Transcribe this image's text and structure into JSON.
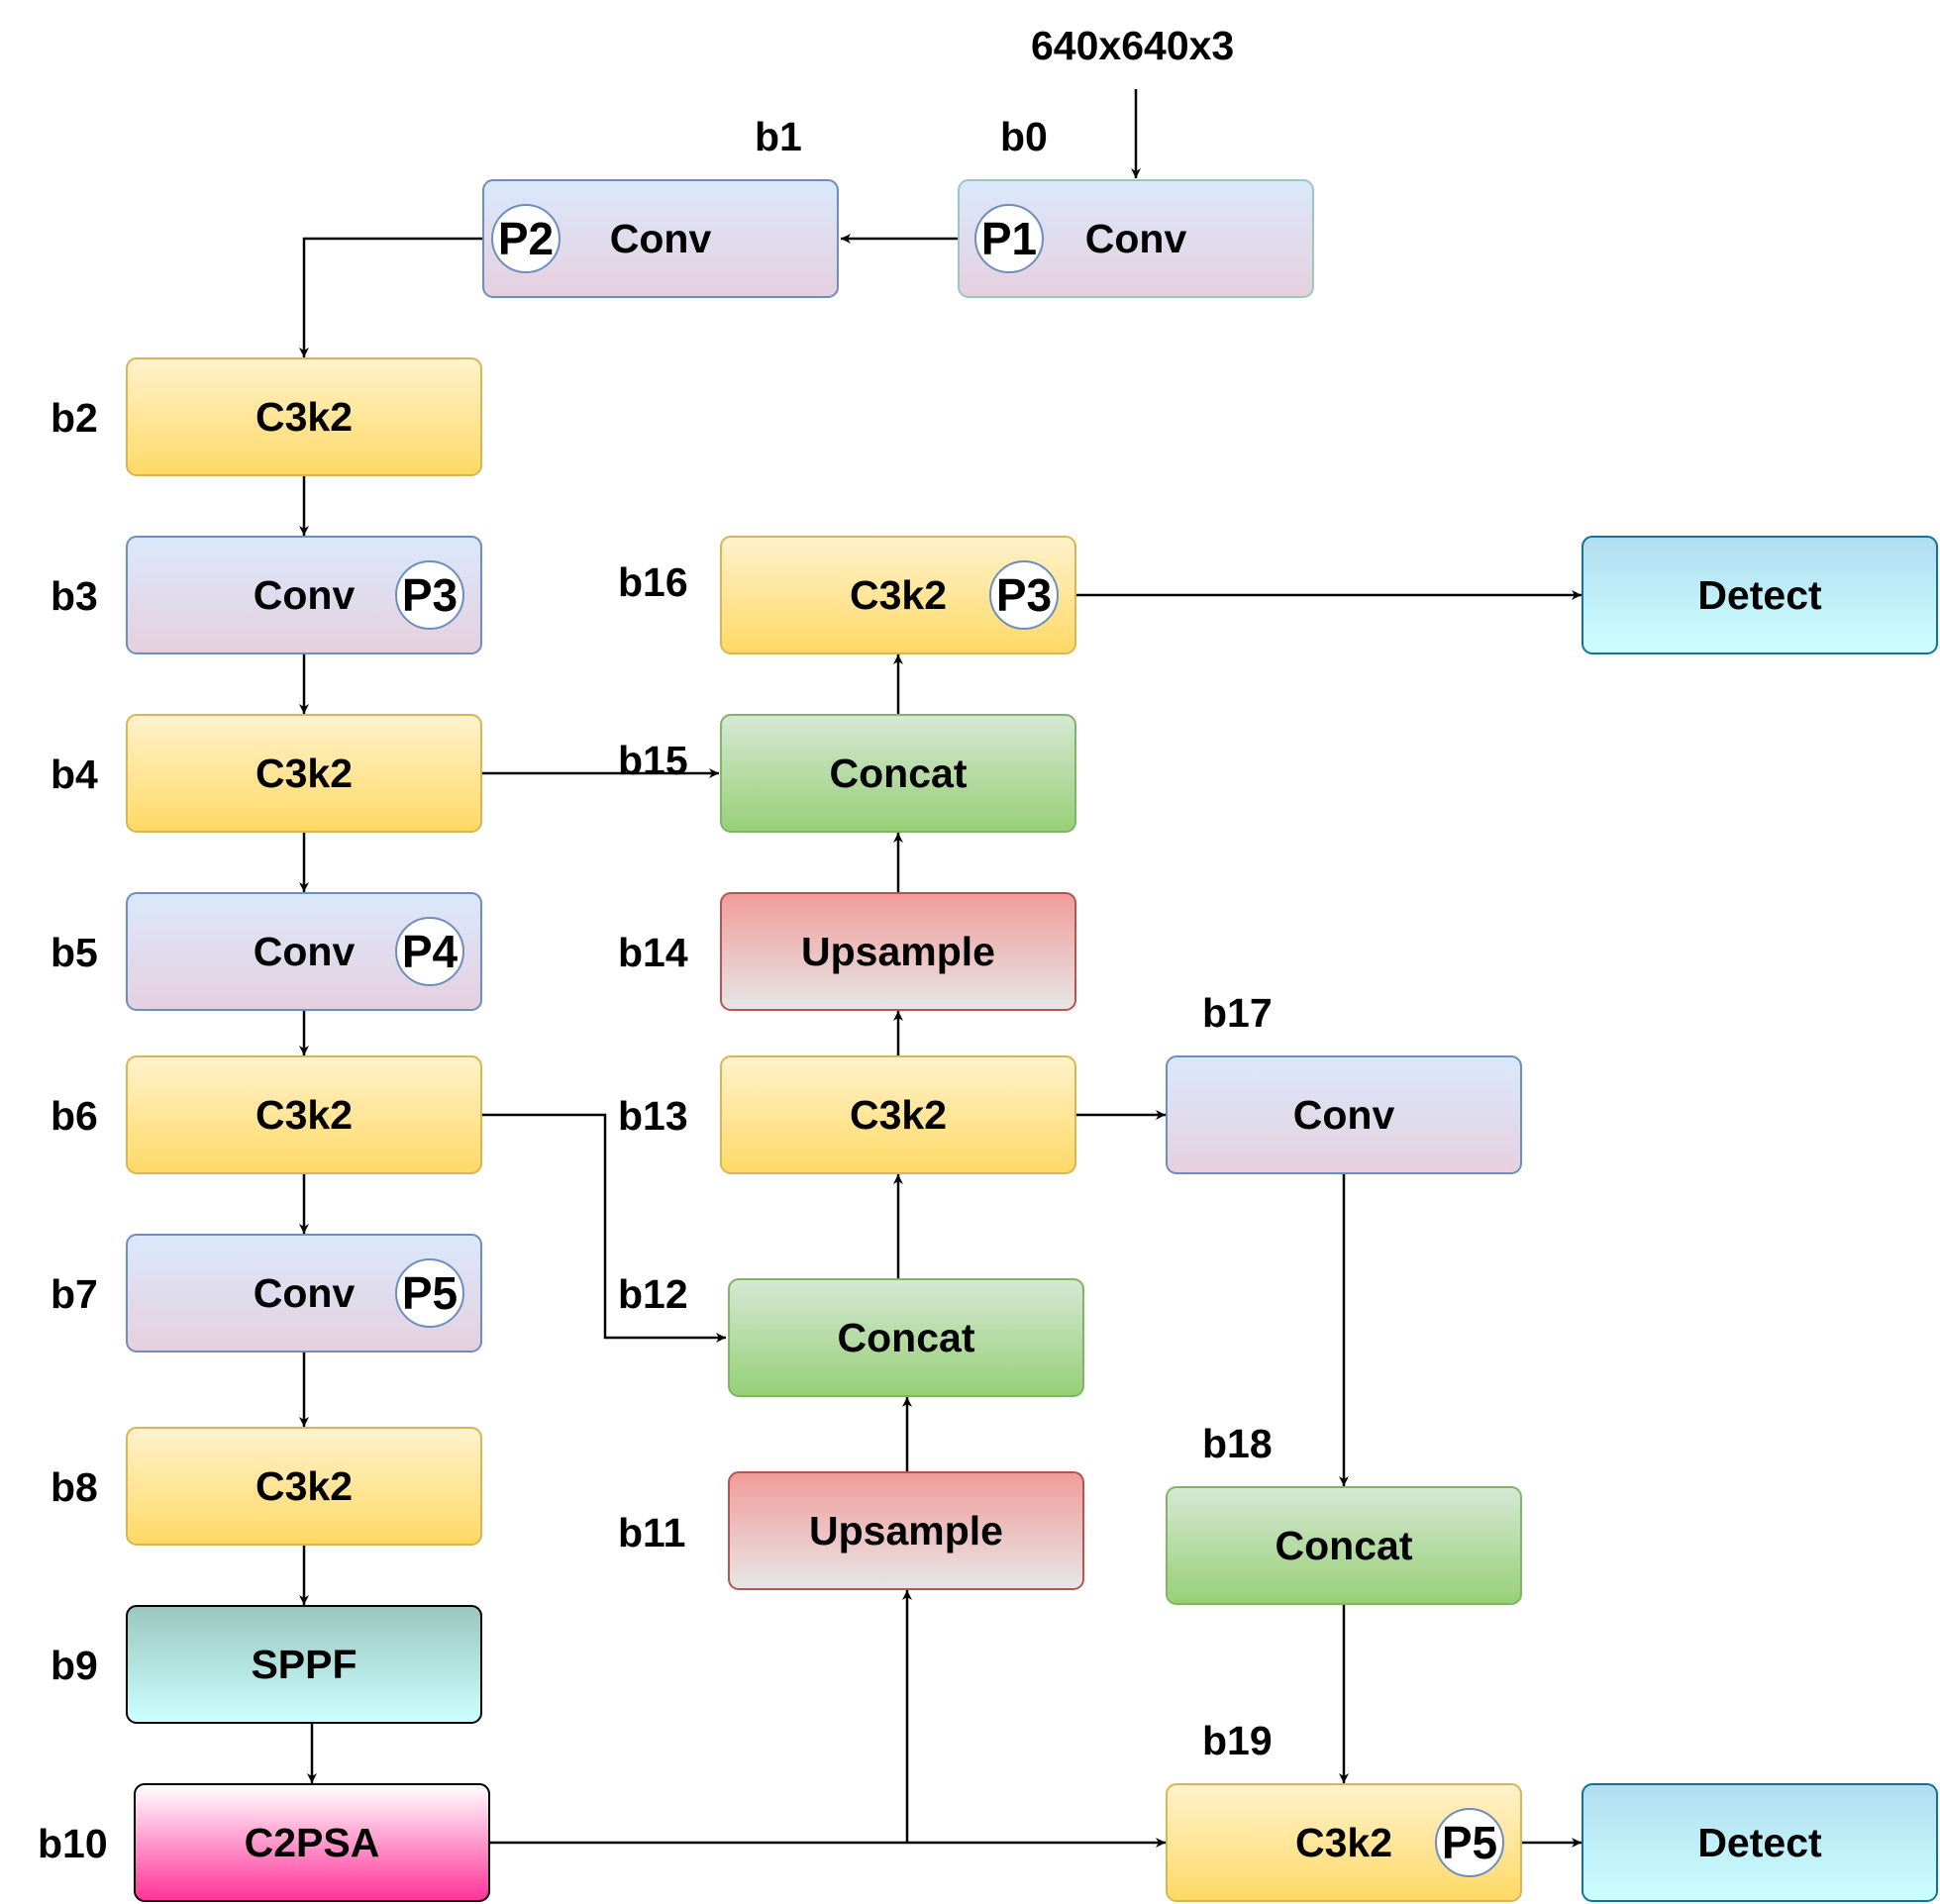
{
  "input_label": "640x640x3",
  "blocks": {
    "b0": {
      "id": "b0",
      "label": "Conv",
      "badge": "P1"
    },
    "b1": {
      "id": "b1",
      "label": "Conv",
      "badge": "P2"
    },
    "b2": {
      "id": "b2",
      "label": "C3k2"
    },
    "b3": {
      "id": "b3",
      "label": "Conv",
      "badge": "P3"
    },
    "b4": {
      "id": "b4",
      "label": "C3k2"
    },
    "b5": {
      "id": "b5",
      "label": "Conv",
      "badge": "P4"
    },
    "b6": {
      "id": "b6",
      "label": "C3k2"
    },
    "b7": {
      "id": "b7",
      "label": "Conv",
      "badge": "P5"
    },
    "b8": {
      "id": "b8",
      "label": "C3k2"
    },
    "b9": {
      "id": "b9",
      "label": "SPPF"
    },
    "b10": {
      "id": "b10",
      "label": "C2PSA"
    },
    "b11": {
      "id": "b11",
      "label": "Upsample"
    },
    "b12": {
      "id": "b12",
      "label": "Concat"
    },
    "b13": {
      "id": "b13",
      "label": "C3k2"
    },
    "b14": {
      "id": "b14",
      "label": "Upsample"
    },
    "b15": {
      "id": "b15",
      "label": "Concat"
    },
    "b16": {
      "id": "b16",
      "label": "C3k2",
      "badge": "P3"
    },
    "b17": {
      "id": "b17",
      "label": "Conv"
    },
    "b18": {
      "id": "b18",
      "label": "Concat"
    },
    "b19": {
      "id": "b19",
      "label": "C3k2",
      "badge": "P5"
    }
  },
  "detect_heads": [
    {
      "label": "Detect"
    },
    {
      "label": "Detect"
    }
  ]
}
